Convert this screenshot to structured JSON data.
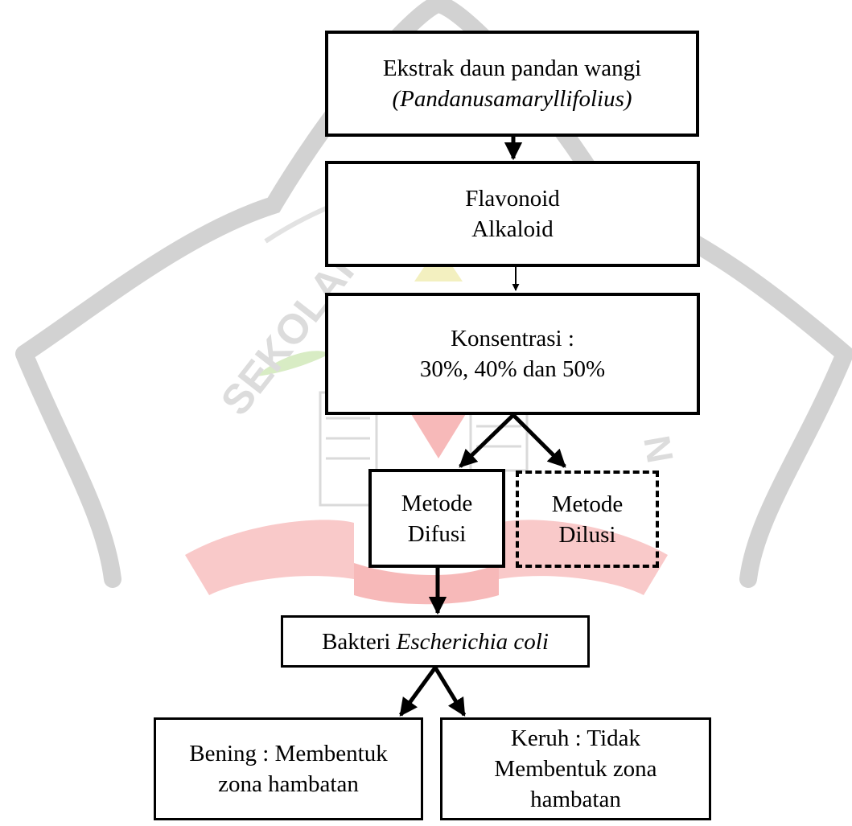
{
  "diagram": {
    "nodes": {
      "ekstrak": {
        "line1": "Ekstrak daun pandan wangi",
        "line2": "(Pandanusamaryllifolius)"
      },
      "senyawa": {
        "line1": "Flavonoid",
        "line2": "Alkaloid"
      },
      "konsentrasi": {
        "line1": "Konsentrasi :",
        "line2": "30%, 40% dan 50%"
      },
      "difusi": {
        "line1": "Metode",
        "line2": "Difusi"
      },
      "dilusi": {
        "line1": "Metode",
        "line2": "Dilusi"
      },
      "bakteri": {
        "prefix": "Bakteri ",
        "species": "Escherichia coli"
      },
      "bening": {
        "line1": "Bening : Membentuk",
        "line2": "zona hambatan"
      },
      "keruh": {
        "line1": "Keruh : Tidak",
        "line2": "Membentuk zona",
        "line3": "hambatan"
      }
    },
    "edges": [
      {
        "from": "ekstrak",
        "to": "senyawa"
      },
      {
        "from": "senyawa",
        "to": "konsentrasi"
      },
      {
        "from": "konsentrasi",
        "to": "difusi"
      },
      {
        "from": "konsentrasi",
        "to": "dilusi"
      },
      {
        "from": "difusi",
        "to": "bakteri"
      },
      {
        "from": "bakteri",
        "to": "bening"
      },
      {
        "from": "bakteri",
        "to": "keruh"
      }
    ]
  },
  "watermark": {
    "text": "SEKOLAH TI                 SE          N",
    "colors": {
      "outline": "#d2d2d2",
      "red": "#f7b9b9",
      "yellow": "#f3f0c0",
      "green": "#d8ecc4",
      "gray": "#dadada"
    }
  }
}
